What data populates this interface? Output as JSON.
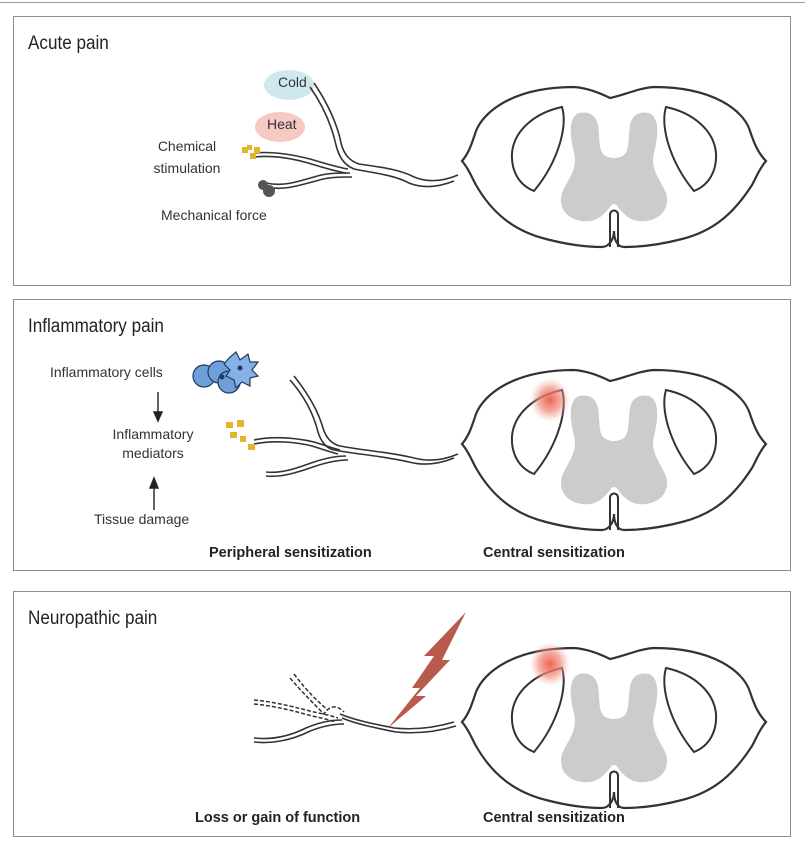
{
  "panels": {
    "acute": {
      "title": "Acute pain",
      "labels": {
        "cold": "Cold",
        "heat": "Heat",
        "chemical_line1": "Chemical",
        "chemical_line2": "stimulation",
        "mechanical": "Mechanical force"
      }
    },
    "inflammatory": {
      "title": "Inflammatory pain",
      "labels": {
        "cells": "Inflammatory cells",
        "mediators_line1": "Inflammatory",
        "mediators_line2": "mediators",
        "tissue": "Tissue damage",
        "peripheral": "Peripheral sensitization",
        "central": "Central sensitization"
      }
    },
    "neuropathic": {
      "title": "Neuropathic pain",
      "labels": {
        "loss_gain": "Loss or gain of function",
        "central": "Central sensitization"
      }
    }
  },
  "colors": {
    "cold_bubble": "#cfe8f0",
    "heat_bubble": "#f6c9c4",
    "mediator_yellow": "#e2b52a",
    "inflammatory_cell_blue": "#6f9fd8",
    "gray_matter": "#cccccc",
    "sensitization_red": "#ee7766",
    "lightning": "#b85a4c"
  }
}
